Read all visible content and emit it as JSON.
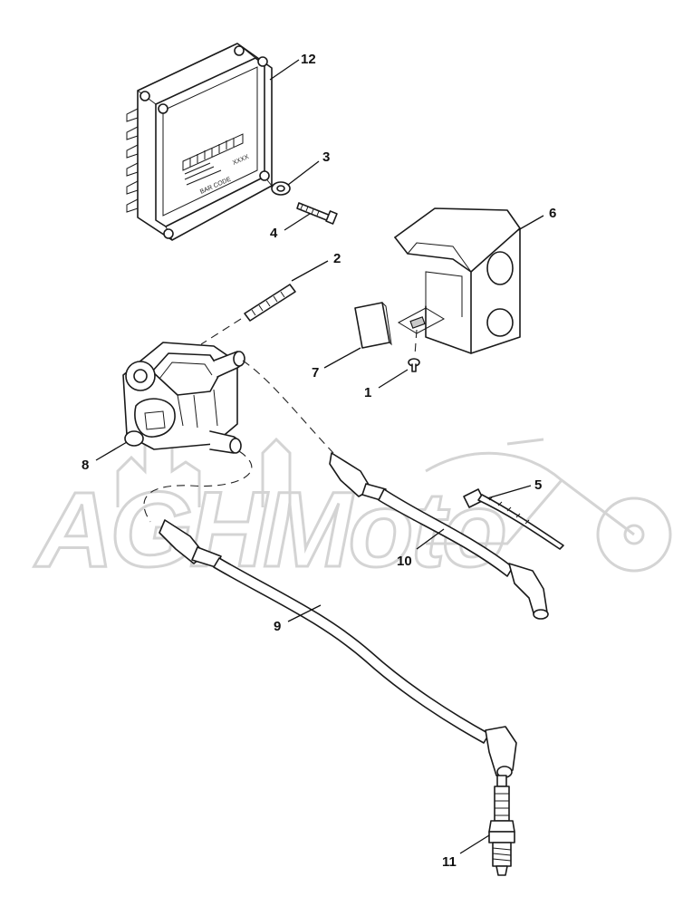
{
  "watermark": {
    "text": "AGHMoto"
  },
  "module_labels": {
    "code": "XXXX",
    "barcode": "BAR CODE"
  },
  "callouts": [
    {
      "id": "12",
      "part": "ignition module"
    },
    {
      "id": "3",
      "part": "washer"
    },
    {
      "id": "4",
      "part": "screw"
    },
    {
      "id": "6",
      "part": "coil cover"
    },
    {
      "id": "2",
      "part": "stud"
    },
    {
      "id": "7",
      "part": "pad"
    },
    {
      "id": "1",
      "part": "screw"
    },
    {
      "id": "8",
      "part": "ignition coil"
    },
    {
      "id": "5",
      "part": "cable strap"
    },
    {
      "id": "10",
      "part": "spark plug wire"
    },
    {
      "id": "9",
      "part": "spark plug wire"
    },
    {
      "id": "11",
      "part": "spark plug"
    }
  ]
}
